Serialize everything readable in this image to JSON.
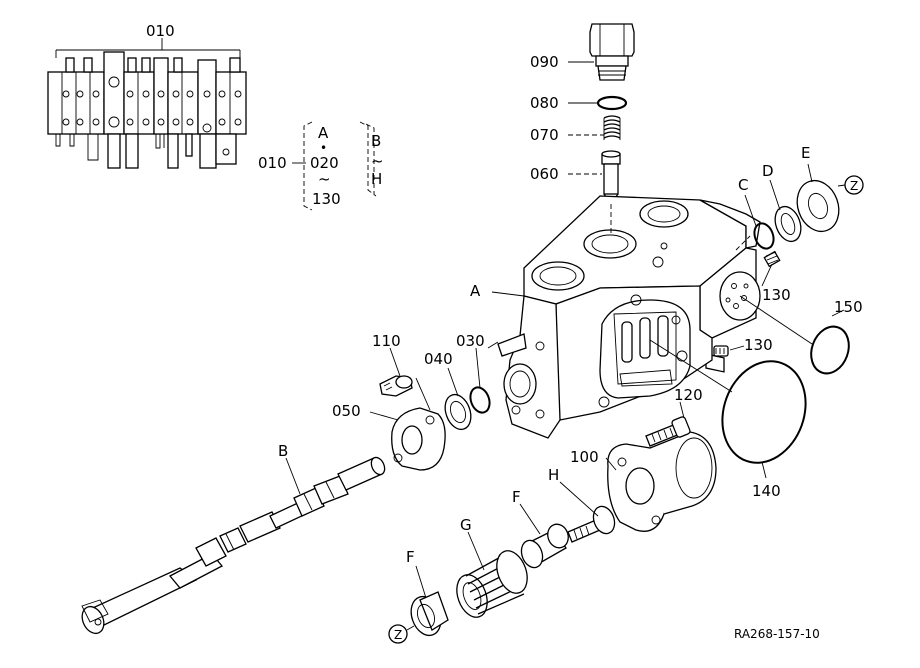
{
  "labels": {
    "assy_top": "010",
    "assy_left": "010",
    "range_a": "A",
    "range_dot": "•",
    "range_020": "020",
    "range_tilde": "~",
    "range_130": "130",
    "range_b": "B",
    "range_tilde2": "~",
    "range_h": "H",
    "p090": "090",
    "p080": "080",
    "p070": "070",
    "p060": "060",
    "pA": "A",
    "pC": "C",
    "pD": "D",
    "pE": "E",
    "z_top": "Z",
    "p130a": "130",
    "p150": "150",
    "p130b": "130",
    "p110": "110",
    "p040": "040",
    "p030": "030",
    "p050": "050",
    "p120": "120",
    "p100": "100",
    "p140": "140",
    "pB": "B",
    "pH": "H",
    "pF1": "F",
    "pG": "G",
    "pF2": "F",
    "z_bottom": "Z",
    "ref_code": "RA268-157-10"
  }
}
